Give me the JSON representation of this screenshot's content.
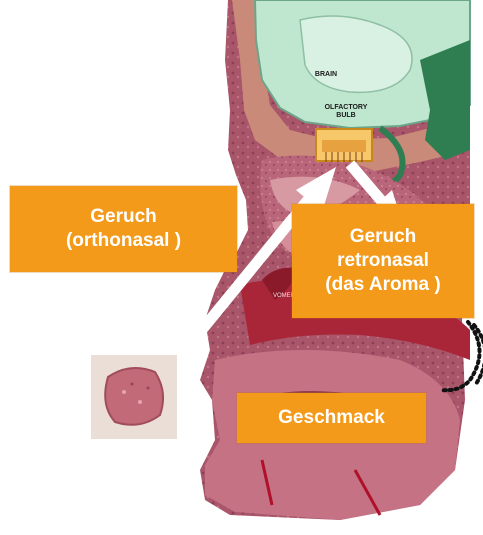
{
  "labels": {
    "orthonasal": [
      "Geruch",
      "(orthonasal )"
    ],
    "retronasal": [
      "Geruch",
      "retronasal",
      "(das Aroma )"
    ],
    "taste": "Geschmack"
  },
  "anatomy": {
    "brain": "BRAIN",
    "olfactory_bulb": [
      "OLFACTORY",
      "BULB"
    ],
    "vomer": "VOMER"
  },
  "colors": {
    "label_fill": "#f39a1a",
    "label_text": "#ffffff",
    "arrow": "#ffffff",
    "brain": "#bfe6cf",
    "tissue": "#b06070",
    "bone": "#c98a7a"
  },
  "icons": [
    "food-sample-icon",
    "orthonasal-arrow",
    "retronasal-arrow",
    "taste-dotted-arrow"
  ]
}
